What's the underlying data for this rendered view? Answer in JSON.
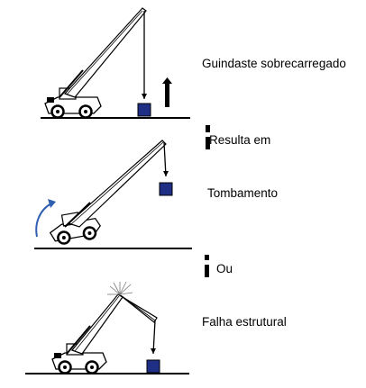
{
  "labels": {
    "overloaded": "Guindaste sobrecarregado",
    "results_in": "Resulta em",
    "tipping": "Tombamento",
    "or": "Ou",
    "structural_failure": "Falha estrutural"
  },
  "colors": {
    "load": "#1f2f86",
    "rotation_arrow": "#2f5fb0",
    "ink": "#000000"
  }
}
